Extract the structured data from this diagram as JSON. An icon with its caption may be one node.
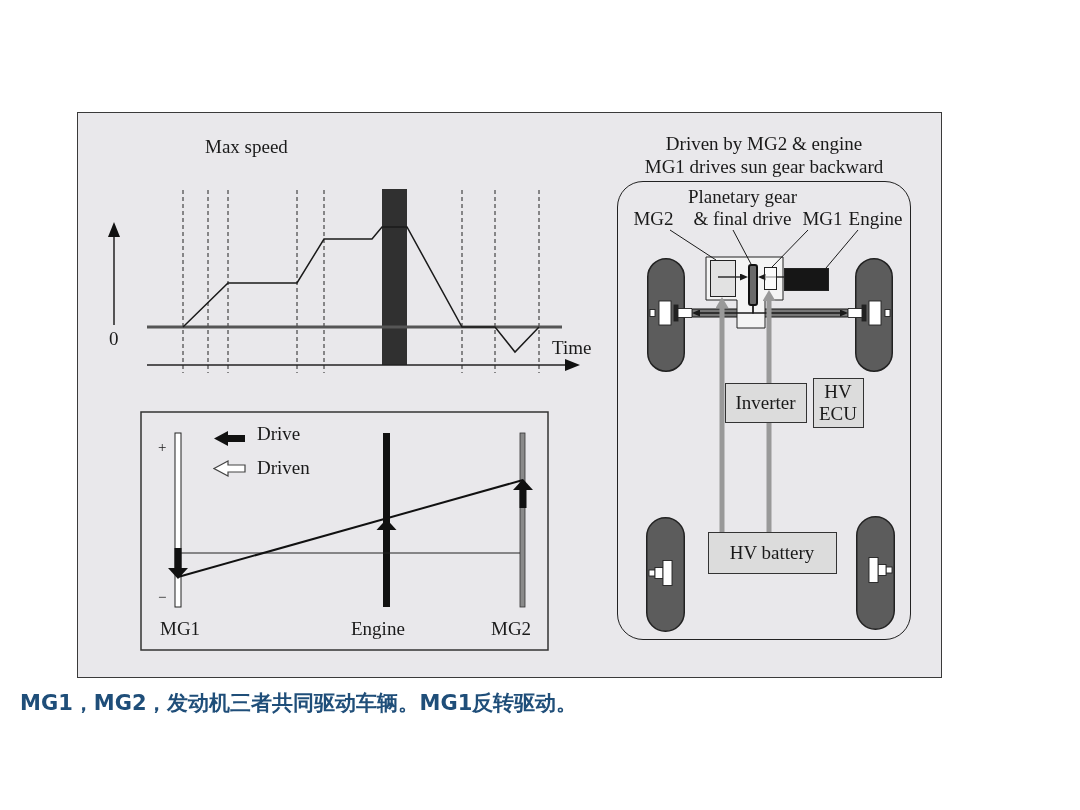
{
  "diagram": {
    "caption": "MG1，MG2，发动机三者共同驱动车辆。MG1反转驱动。",
    "nodes": [
      {
        "text": [
          "Driven by MG2 & engine",
          "MG1 drives sun gear backward"
        ]
      },
      {
        "text": [
          "MG2"
        ],
        "in": 0
      },
      {
        "text": [
          "Planetary gear & final drive"
        ],
        "in": 0
      },
      {
        "text": [
          "MG1"
        ],
        "in": 0
      },
      {
        "text": [
          "Engine"
        ],
        "in": 0
      },
      {
        "text": [],
        "shape": "wheel",
        "in": 0
      },
      {
        "text": [],
        "shape": "box",
        "in": 0
      },
      {
        "text": [],
        "shape": "bar",
        "in": 0
      },
      {
        "text": [],
        "shape": "box",
        "in": 0
      },
      {
        "text": [],
        "shape": "box",
        "in": 0
      },
      {
        "text": [],
        "shape": "wheel",
        "in": 0
      },
      {
        "text": [
          "Inverter"
        ],
        "in": 0
      },
      {
        "text": [
          "HV ECU"
        ],
        "in": 0
      },
      {
        "text": [],
        "shape": "wheel",
        "in": 0
      },
      {
        "text": [
          "HV battery"
        ],
        "in": 0
      },
      {
        "text": [],
        "shape": "wheel",
        "in": 0
      }
    ],
    "edges": [
      {
        "from": 1,
        "to": 6,
        "arrow": "none"
      },
      {
        "from": 2,
        "to": 7,
        "arrow": "none"
      },
      {
        "from": 3,
        "to": 8,
        "arrow": "none"
      },
      {
        "from": 4,
        "to": 9,
        "arrow": "none"
      },
      {
        "from": 6,
        "to": 7,
        "arrow": "to"
      },
      {
        "from": 9,
        "to": 7,
        "arrow": "to"
      },
      {
        "from": 7,
        "to": 5,
        "arrow": "to"
      },
      {
        "from": 7,
        "to": 10,
        "arrow": "to"
      },
      {
        "from": 14,
        "to": 6,
        "arrow": "to",
        "style": "thick",
        "color": "#999999"
      },
      {
        "from": 14,
        "to": 11,
        "arrow": "none",
        "style": "thick",
        "color": "#999999"
      },
      {
        "from": 11,
        "to": 8,
        "arrow": "to",
        "style": "thick",
        "color": "#999999"
      }
    ],
    "labels": [
      "Max speed",
      "0",
      "Time",
      "+",
      "−",
      "MG1",
      "Engine",
      "MG2"
    ],
    "legend": [
      {
        "text": "Drive"
      },
      {
        "text": "Driven"
      }
    ]
  }
}
